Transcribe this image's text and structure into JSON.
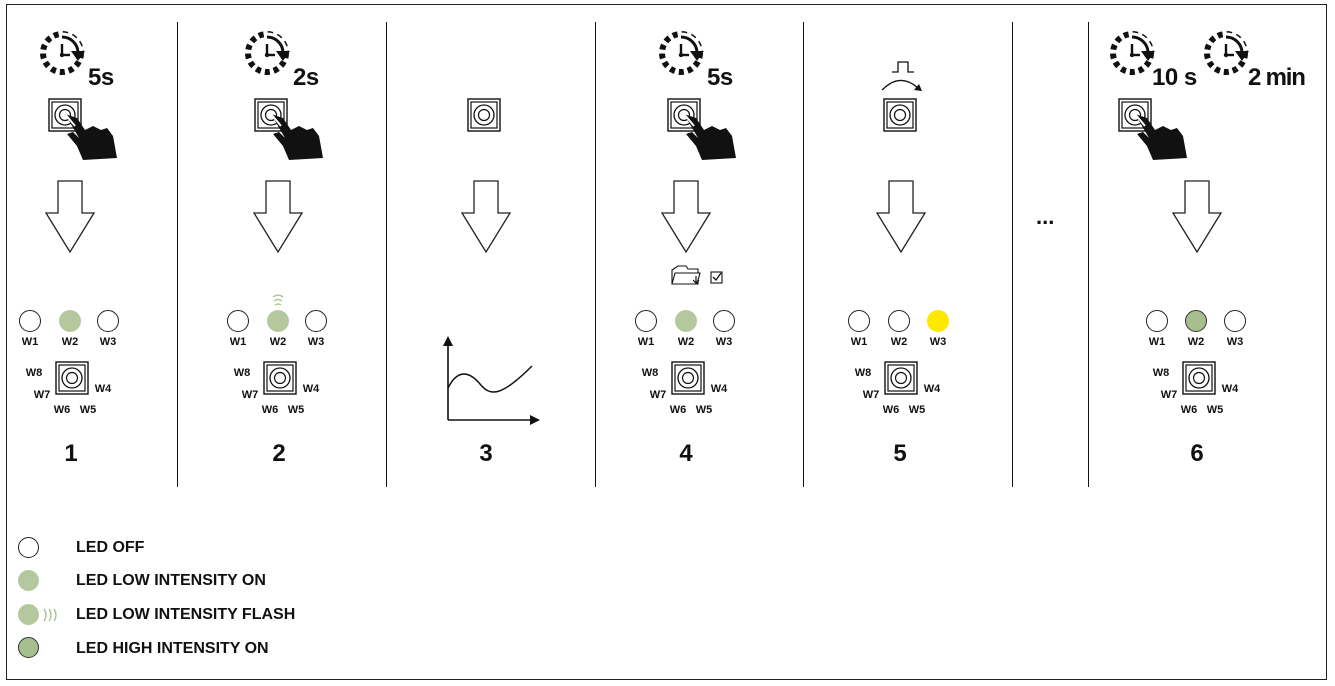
{
  "colors": {
    "led_low": "#B5C89D",
    "led_high": "#A7BF8E",
    "led_yellow": "#FFE800",
    "ink": "#111111"
  },
  "icons": {
    "timer": "timer-icon",
    "push_button": "push-button-icon",
    "hand_press": "hand-press-icon",
    "down_arrow": "down-arrow-icon",
    "pulse_rotation": "pulse-rotation-icon",
    "save_folder": "save-folder-icon",
    "graph": "graph-icon"
  },
  "steps": [
    {
      "number": "1",
      "duration": "5s",
      "leds": {
        "w1": "off",
        "w2": "low",
        "w3": "off"
      }
    },
    {
      "number": "2",
      "duration": "2s",
      "leds": {
        "w1": "off",
        "w2": "flash",
        "w3": "off"
      }
    },
    {
      "number": "3"
    },
    {
      "number": "4",
      "duration": "5s",
      "leds": {
        "w1": "off",
        "w2": "low",
        "w3": "off"
      }
    },
    {
      "number": "5",
      "leds": {
        "w1": "off",
        "w2": "off",
        "w3": "yellow"
      }
    },
    {
      "number": "6",
      "durations": [
        "10 s",
        "2 min"
      ],
      "leds": {
        "w1": "off",
        "w2": "high",
        "w3": "off"
      }
    }
  ],
  "separator": "...",
  "led_labels": {
    "w1": "W1",
    "w2": "W2",
    "w3": "W3",
    "w4": "W4",
    "w5": "W5",
    "w6": "W6",
    "w7": "W7",
    "w8": "W8"
  },
  "legend": {
    "led_off": "LED OFF",
    "led_low_on": "LED LOW INTENSITY ON",
    "led_low_flash": "LED LOW INTENSITY FLASH",
    "led_high_on": "LED HIGH INTENSITY ON"
  }
}
